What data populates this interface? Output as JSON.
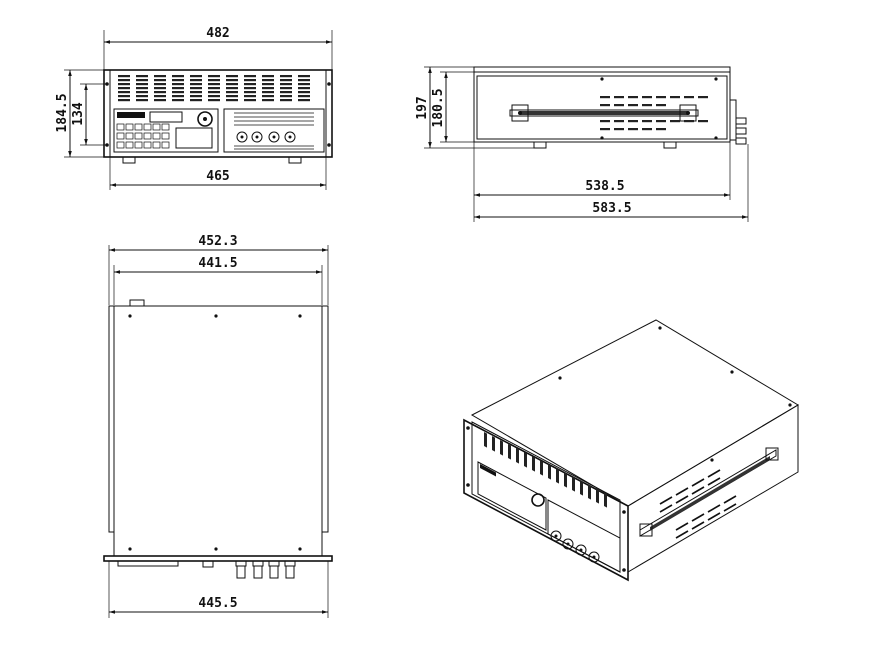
{
  "front_view": {
    "dim_top": "482",
    "dim_bottom": "465",
    "dim_left_outer": "184.5",
    "dim_left_inner": "134"
  },
  "side_view": {
    "dim_left_outer": "197",
    "dim_left_inner": "180.5",
    "dim_bottom_inner": "538.5",
    "dim_bottom_outer": "583.5"
  },
  "top_view": {
    "dim_top_outer": "452.3",
    "dim_top_inner": "441.5",
    "dim_bottom": "445.5"
  }
}
